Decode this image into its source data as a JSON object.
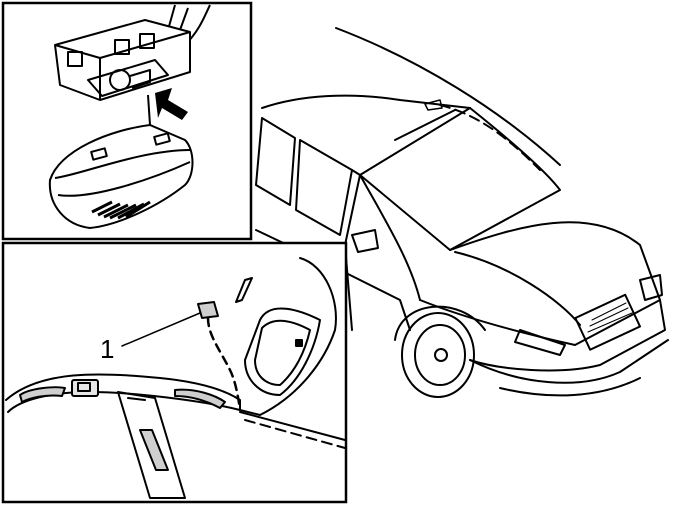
{
  "callouts": [
    {
      "id": "1",
      "text": "1"
    }
  ],
  "colors": {
    "line": "#000000",
    "background": "#ffffff",
    "trim_gray": "#cfcfcf",
    "lamp_lens": "#e6e6e6"
  },
  "icons": [
    "arrow-icon",
    "dashed-wiring-path"
  ]
}
